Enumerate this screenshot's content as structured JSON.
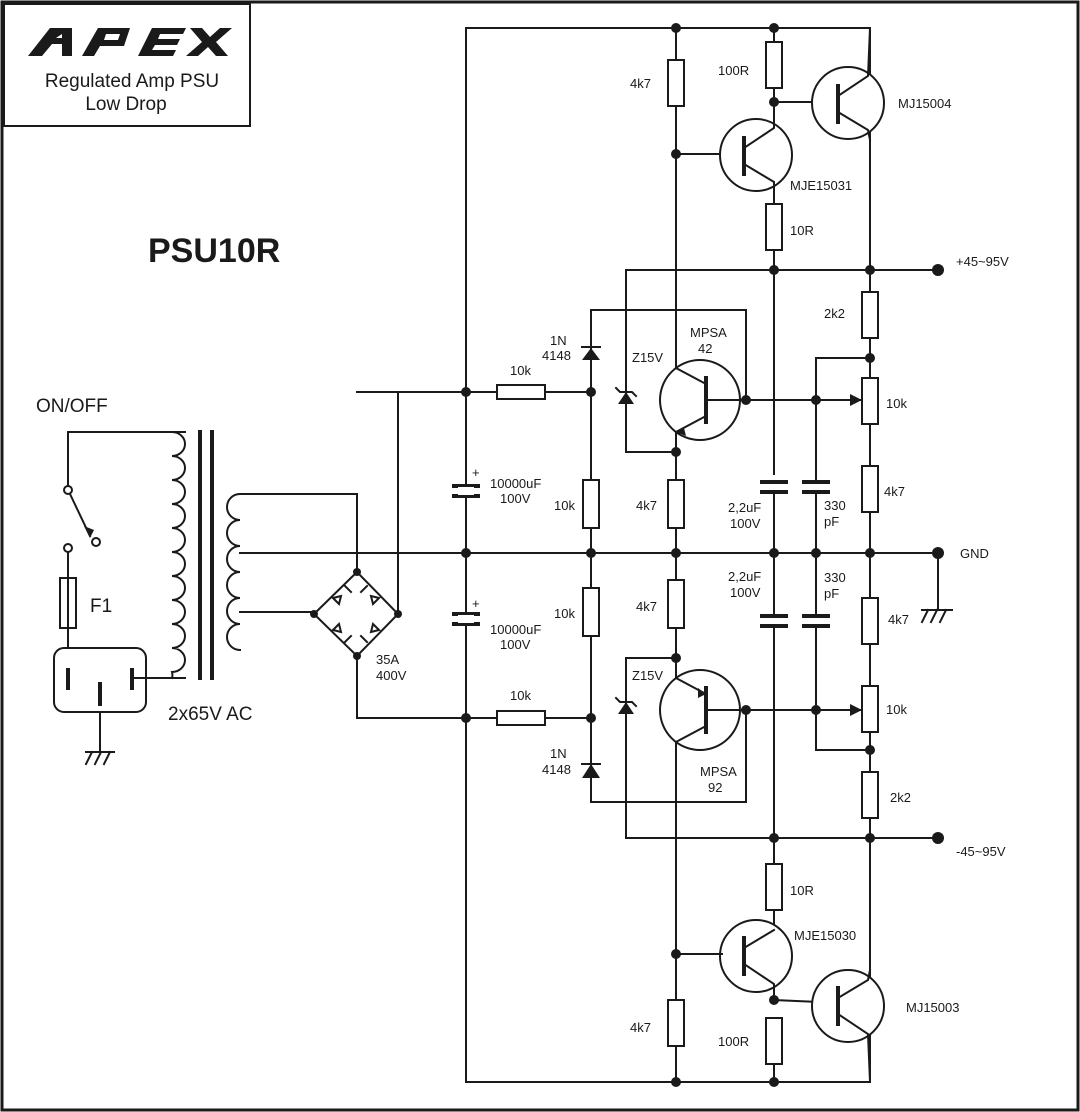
{
  "logo": {
    "brand": "APEX",
    "line1": "Regulated Amp PSU",
    "line2": "Low Drop"
  },
  "title": "PSU10R",
  "labels": {
    "on_off": "ON/OFF",
    "fuse": "F1",
    "transformer": "2x65V AC",
    "bridge": "35A",
    "bridge_v": "400V",
    "cap_main": "10000uF",
    "cap_main_v": "100V",
    "cap_mid": "2,2uF",
    "cap_mid_v": "100V",
    "cap_small": "330",
    "cap_small_u": "pF",
    "r_10k": "10k",
    "r_4k7": "4k7",
    "r_100r": "100R",
    "r_10r": "10R",
    "r_2k2": "2k2",
    "diode_a": "1N",
    "diode_b": "4148",
    "zener": "Z15V",
    "q_mpsa42_a": "MPSA",
    "q_mpsa42_b": "42",
    "q_mpsa92_a": "MPSA",
    "q_mpsa92_b": "92",
    "q_mje15031": "MJE15031",
    "q_mje15030": "MJE15030",
    "q_mj15004": "MJ15004",
    "q_mj15003": "MJ15003",
    "out_pos": "+45~95V",
    "out_neg": "-45~95V",
    "gnd": "GND",
    "plus": "+"
  }
}
